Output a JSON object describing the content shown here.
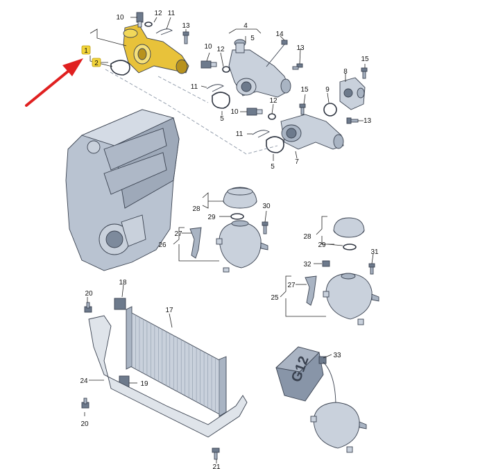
{
  "callouts": [
    {
      "id": "c1",
      "label": "1",
      "highlight": true
    },
    {
      "id": "c2",
      "label": "2",
      "highlight": true
    },
    {
      "id": "c4",
      "label": "4"
    },
    {
      "id": "c5a",
      "label": "5"
    },
    {
      "id": "c5b",
      "label": "5"
    },
    {
      "id": "c5c",
      "label": "5"
    },
    {
      "id": "c7",
      "label": "7"
    },
    {
      "id": "c8",
      "label": "8"
    },
    {
      "id": "c9",
      "label": "9"
    },
    {
      "id": "c10a",
      "label": "10"
    },
    {
      "id": "c10b",
      "label": "10"
    },
    {
      "id": "c10c",
      "label": "10"
    },
    {
      "id": "c11a",
      "label": "11"
    },
    {
      "id": "c11b",
      "label": "11"
    },
    {
      "id": "c11c",
      "label": "11"
    },
    {
      "id": "c12a",
      "label": "12"
    },
    {
      "id": "c12b",
      "label": "12"
    },
    {
      "id": "c12c",
      "label": "12"
    },
    {
      "id": "c13a",
      "label": "13"
    },
    {
      "id": "c13b",
      "label": "13"
    },
    {
      "id": "c13c",
      "label": "13"
    },
    {
      "id": "c14",
      "label": "14"
    },
    {
      "id": "c15a",
      "label": "15"
    },
    {
      "id": "c15b",
      "label": "15"
    },
    {
      "id": "c17",
      "label": "17"
    },
    {
      "id": "c18",
      "label": "18"
    },
    {
      "id": "c19",
      "label": "19"
    },
    {
      "id": "c20a",
      "label": "20"
    },
    {
      "id": "c20b",
      "label": "20"
    },
    {
      "id": "c21",
      "label": "21"
    },
    {
      "id": "c24",
      "label": "24"
    },
    {
      "id": "c25",
      "label": "25"
    },
    {
      "id": "c26",
      "label": "26"
    },
    {
      "id": "c27a",
      "label": "27"
    },
    {
      "id": "c27b",
      "label": "27"
    },
    {
      "id": "c28a",
      "label": "28"
    },
    {
      "id": "c28b",
      "label": "28"
    },
    {
      "id": "c29a",
      "label": "29"
    },
    {
      "id": "c29b",
      "label": "29"
    },
    {
      "id": "c30",
      "label": "30"
    },
    {
      "id": "c31",
      "label": "31"
    },
    {
      "id": "c32",
      "label": "32"
    },
    {
      "id": "c33",
      "label": "33"
    }
  ],
  "bottle_label": "G12",
  "colors": {
    "highlight_part": "#e8c23a",
    "highlight_badge": "#f2d43a",
    "arrow": "#e02020",
    "part_fill": "#c9d1dc",
    "part_stroke": "#3a4250"
  }
}
